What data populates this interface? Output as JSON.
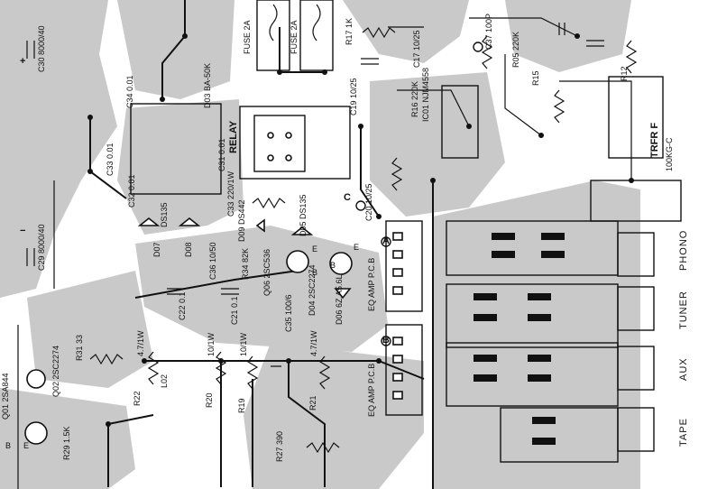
{
  "labels": {
    "fuse_1": "FUSE 2A",
    "fuse_2": "FUSE 2A",
    "relay": "RELAY",
    "d03": "D03 BA-50K",
    "c30": "C30 8000/40",
    "c29": "C29 8000/40",
    "c34": "C34 0.01",
    "c33": "C33 0.01",
    "c31": "C31 0.01",
    "c32": "C32 0.01",
    "d07": "D07",
    "d08": "D08",
    "ds135": "DS135",
    "c33b": "C33 220/1W",
    "d09": "D09 DS442",
    "d05": "D05 DS135",
    "c36": "C36 10/50",
    "r34": "R34 82K",
    "q06": "Q06 2SC536",
    "d04": "D04 2SC2274",
    "c35": "C35 100/6",
    "d06": "D06 6Z,A5.6L",
    "eq_pcb_a": "EQ AMP P.C.B",
    "eq_pcb_b": "EQ AMP P.C.B",
    "r17": "R17 1K",
    "c17": "C17 10/25",
    "c19": "C19 10/25",
    "c20": "C20 10/25",
    "r16": "R16 220K",
    "ic01": "IC01 NJM4558",
    "r15": "R15",
    "c37": "C37 100P",
    "r05": "R05 220K",
    "r12": "R12",
    "tr": "TRFR F",
    "tr_val": "100KG-C",
    "r22": "R22",
    "l02": "L02",
    "r20": "R20",
    "r19": "R19",
    "r21": "R21",
    "r27": "R27 390",
    "r31": "R31 33",
    "q01": "Q01 2SA844",
    "q02": "Q02 2SC2274",
    "r29": "R29 1.5K",
    "val_47": "4.7/1W",
    "val_10a": "10/1W",
    "val_10b": "10/1W",
    "val_47b": "4.7/1W",
    "c22": "C22 0.1",
    "c21": "C21 0.1"
  },
  "markers": {
    "c": "C",
    "a": "A",
    "b": "B",
    "e1": "E",
    "b1": "B",
    "e2": "E",
    "b2": "B",
    "b3": "B",
    "e3": "E",
    "plus": "+",
    "minus": "−"
  },
  "jacks": {
    "phono": "PHONO",
    "tuner": "TUNER",
    "aux": "AUX",
    "tape": "TAPE"
  }
}
